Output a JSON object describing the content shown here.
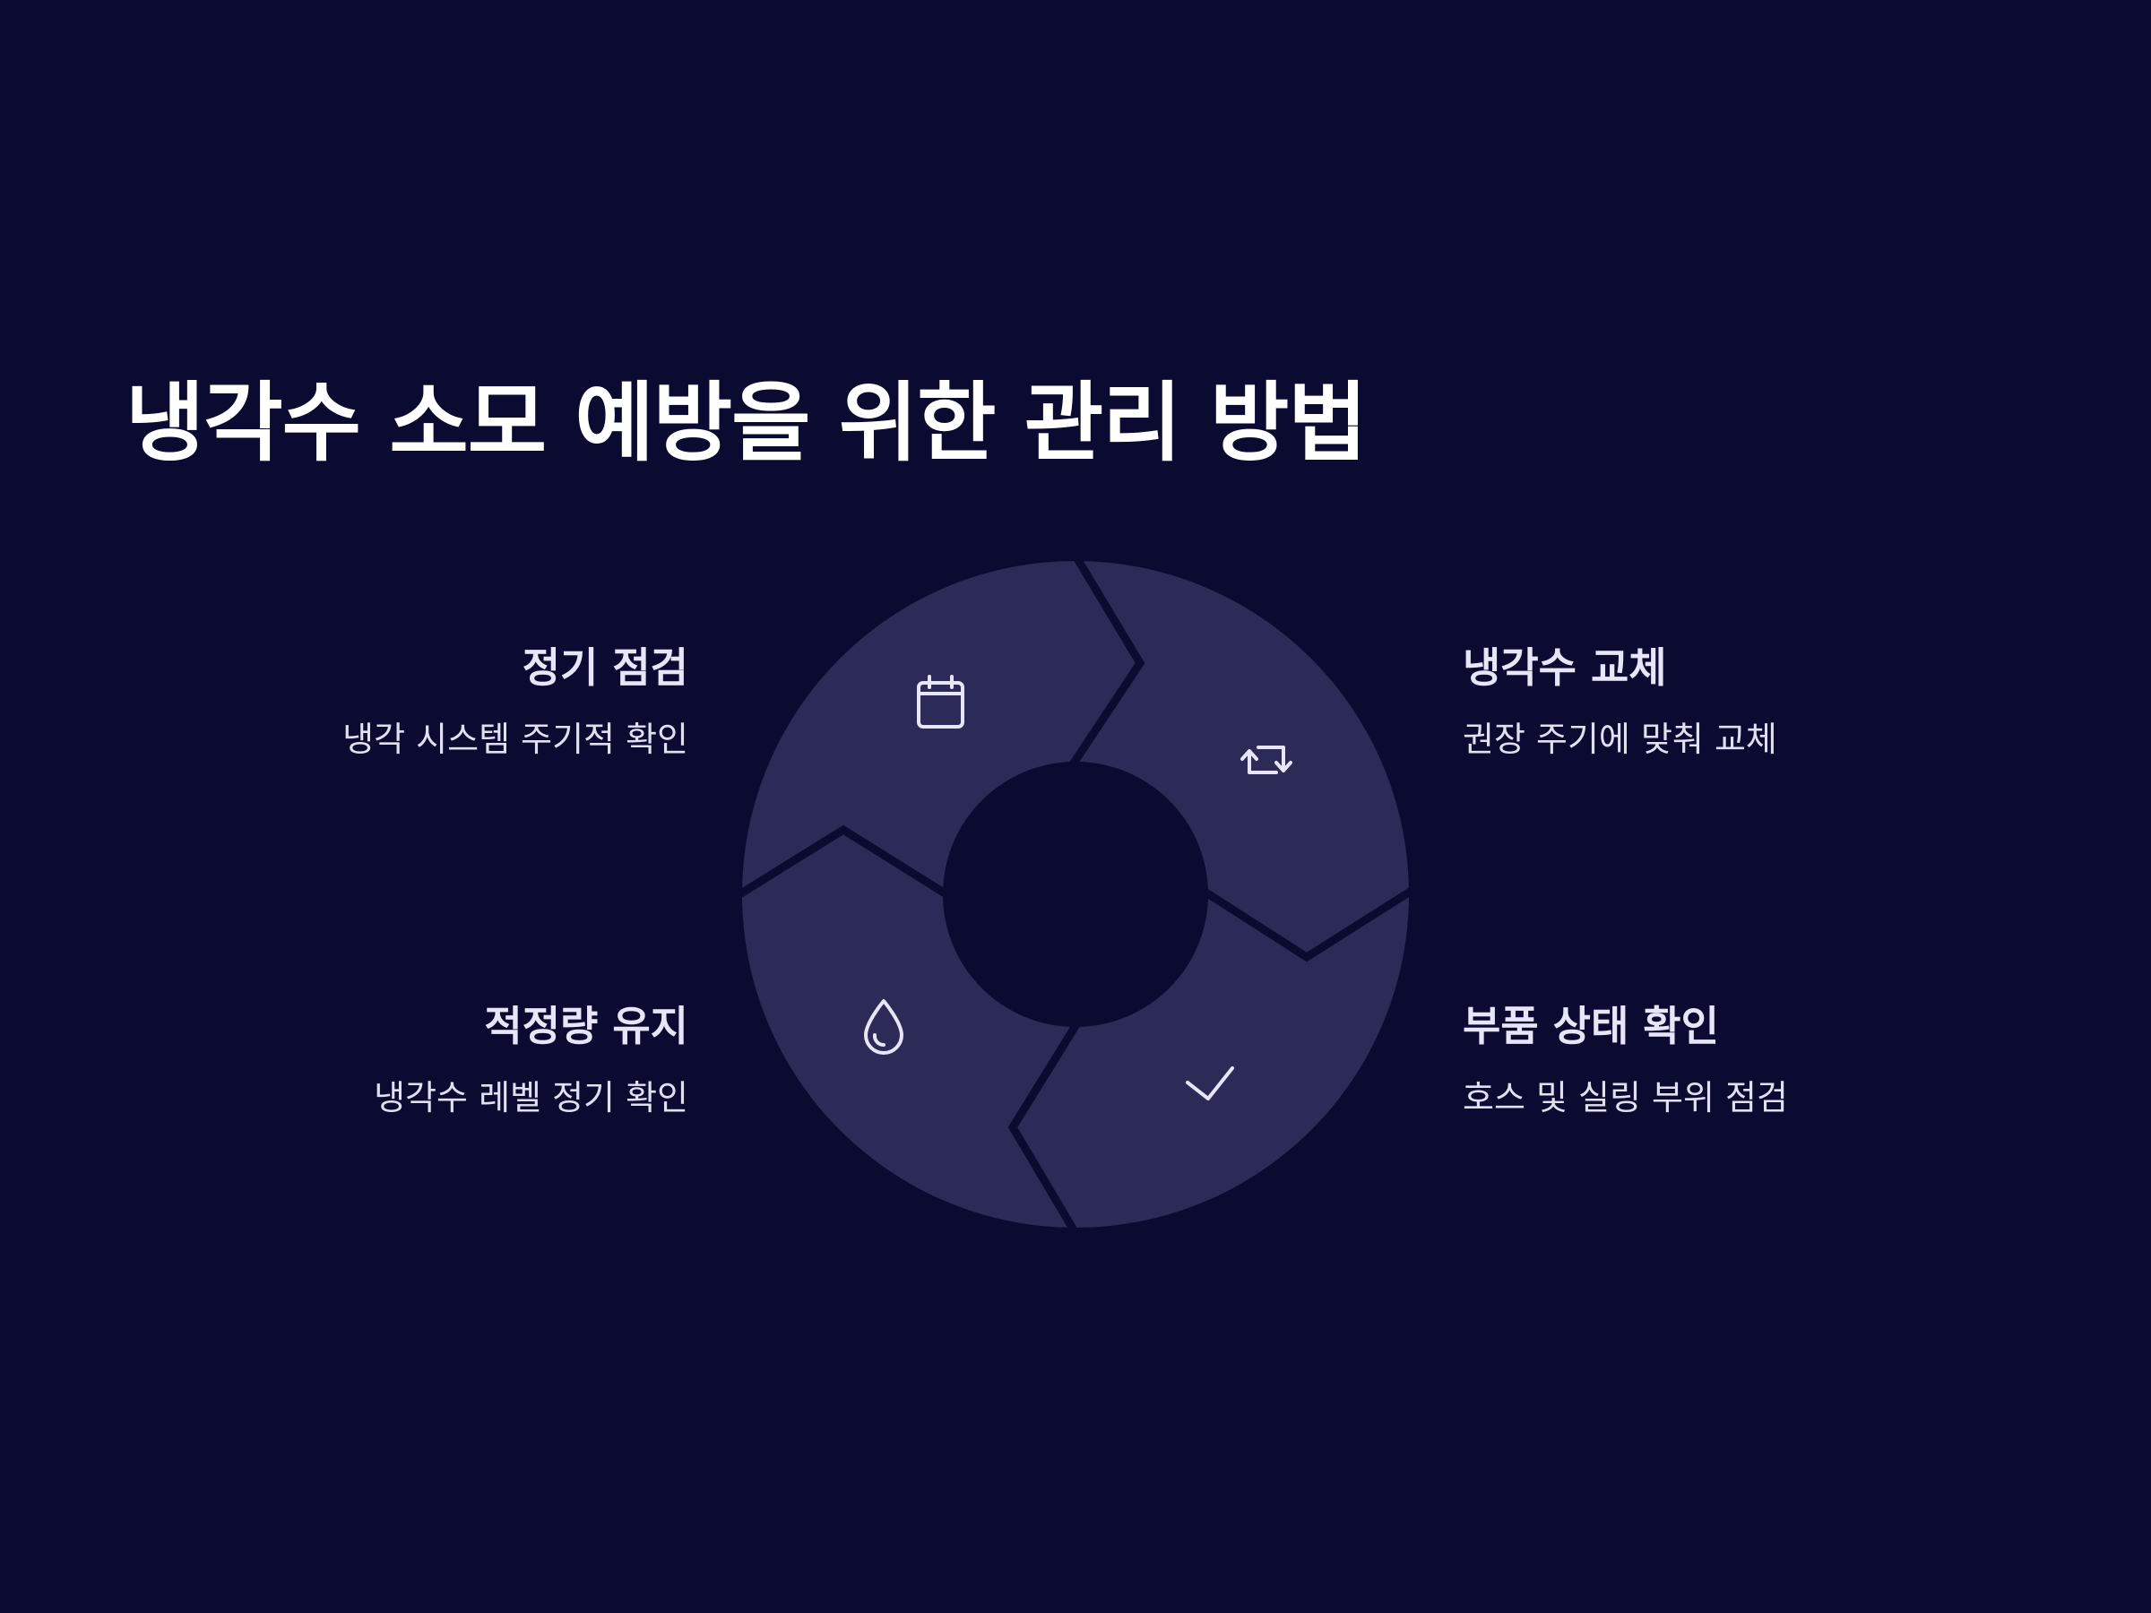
{
  "page": {
    "title": "냉각수 소모 예방을 위한 관리 방법"
  },
  "colors": {
    "background": "#0b0a31",
    "segment": "#2c2a56",
    "icon": "#e6e6f8",
    "text": "#ffffff"
  },
  "steps": [
    {
      "title": "정기 점검",
      "description": "냉각 시스템 주기적 확인",
      "icon": "calendar-icon"
    },
    {
      "title": "냉각수 교체",
      "description": "권장 주기에 맞춰 교체",
      "icon": "refresh-arrows-icon"
    },
    {
      "title": "부품 상태 확인",
      "description": "호스 및 실링 부위 점검",
      "icon": "checkmark-icon"
    },
    {
      "title": "적정량 유지",
      "description": "냉각수 레벨 정기 확인",
      "icon": "water-drop-icon"
    }
  ]
}
